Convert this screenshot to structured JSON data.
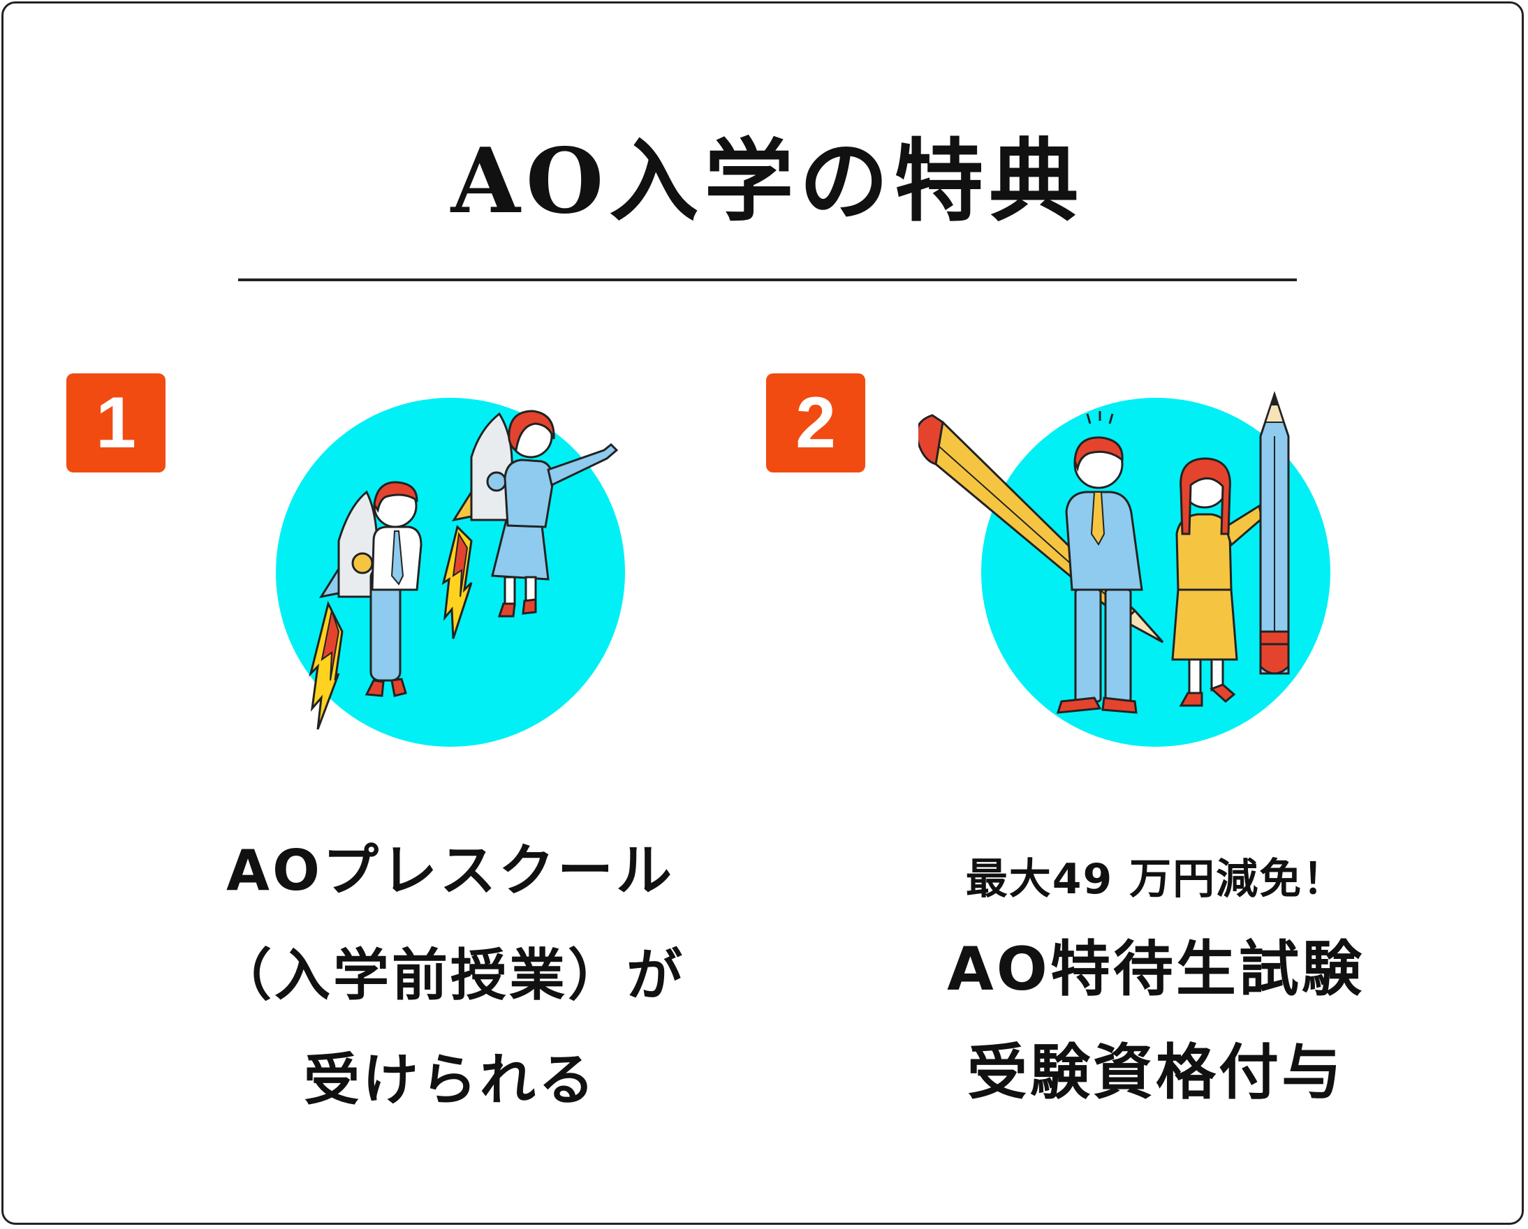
{
  "page": {
    "title": "AO入学の特典"
  },
  "benefits": [
    {
      "number": "1",
      "lines": [
        "AOプレスクール",
        "（入学前授業）が",
        "受けられる"
      ],
      "illustration": "rocket-students-illustration"
    },
    {
      "number": "2",
      "subline": "最大49 万円減免！",
      "lines": [
        "AO特待生試験",
        "受験資格付与"
      ],
      "illustration": "pencil-students-illustration"
    }
  ],
  "colors": {
    "accent": "#f14b12",
    "circle": "#00f0f5",
    "border": "#222222",
    "suit_blue": "#8ecbee",
    "hair_red": "#e4442e",
    "pencil_yellow": "#f5c542",
    "flame_yellow": "#ffd21f"
  }
}
